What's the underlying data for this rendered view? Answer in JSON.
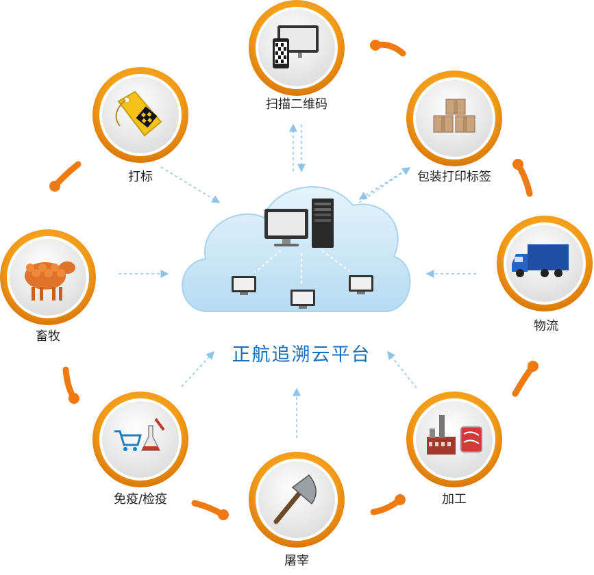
{
  "diagram": {
    "center_label": "正航追溯云平台",
    "nodes": [
      {
        "key": "scan",
        "label": "扫描二维码",
        "icon": "monitor-phone-qr-icon"
      },
      {
        "key": "pack",
        "label": "包装打印标签",
        "icon": "boxes-icon"
      },
      {
        "key": "logistics",
        "label": "物流",
        "icon": "truck-icon"
      },
      {
        "key": "process",
        "label": "加工",
        "icon": "factory-meat-icon"
      },
      {
        "key": "slaughter",
        "label": "屠宰",
        "icon": "axe-icon"
      },
      {
        "key": "quarantine",
        "label": "免疫/检疫",
        "icon": "cart-flask-icon"
      },
      {
        "key": "farming",
        "label": "畜牧",
        "icon": "sheep-icon"
      },
      {
        "key": "tagging",
        "label": "打标",
        "icon": "qr-tag-icon"
      }
    ],
    "colors": {
      "ring_outer": "#f29a16",
      "ring_inner": "#ffffff",
      "disc": "#f2f2f2",
      "cycle_arrow": "#ef7a12",
      "dashed_arrow": "#8fc3e8",
      "cloud": "#c9e6f6",
      "title": "#1a6fb8"
    }
  }
}
